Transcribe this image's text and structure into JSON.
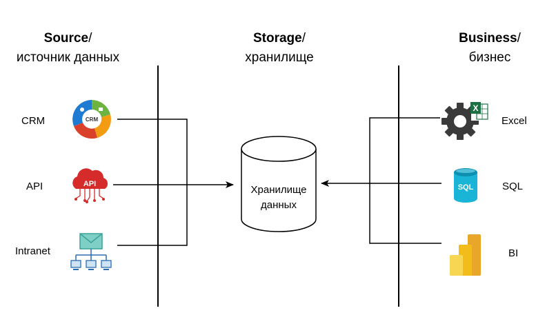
{
  "columns": {
    "source": {
      "title": "Source",
      "slash": "/",
      "subtitle": "источник данных"
    },
    "storage": {
      "title": "Storage",
      "slash": "/",
      "subtitle": "хранилище"
    },
    "business": {
      "title": "Business",
      "slash": "/",
      "subtitle": "бизнес"
    }
  },
  "sources": [
    {
      "label": "CRM",
      "icon": "crm-cycle-icon",
      "icon_text": "CRM"
    },
    {
      "label": "API",
      "icon": "api-cloud-icon",
      "icon_text": "API"
    },
    {
      "label": "Intranet",
      "icon": "intranet-network-icon"
    }
  ],
  "storage": {
    "line1": "Хранилище",
    "line2": "данных",
    "icon": "database-cylinder-icon"
  },
  "business": [
    {
      "label": "Excel",
      "icon": "excel-gear-icon",
      "icon_text": "X"
    },
    {
      "label": "SQL",
      "icon": "sql-database-icon",
      "icon_text": "SQL"
    },
    {
      "label": "BI",
      "icon": "power-bi-icon"
    }
  ],
  "colors": {
    "crm_blue": "#1f7ad1",
    "crm_green": "#6cb33f",
    "crm_orange": "#f39c12",
    "crm_red": "#d9412b",
    "api_red": "#d62b2b",
    "intranet_teal": "#3aa39a",
    "intranet_blue": "#2b6cb0",
    "excel_green": "#1d7044",
    "gear_dark": "#3a3a3a",
    "sql_cyan": "#19b4d6",
    "bi_yellow": "#f2c811",
    "bi_dark": "#e8a72b"
  }
}
